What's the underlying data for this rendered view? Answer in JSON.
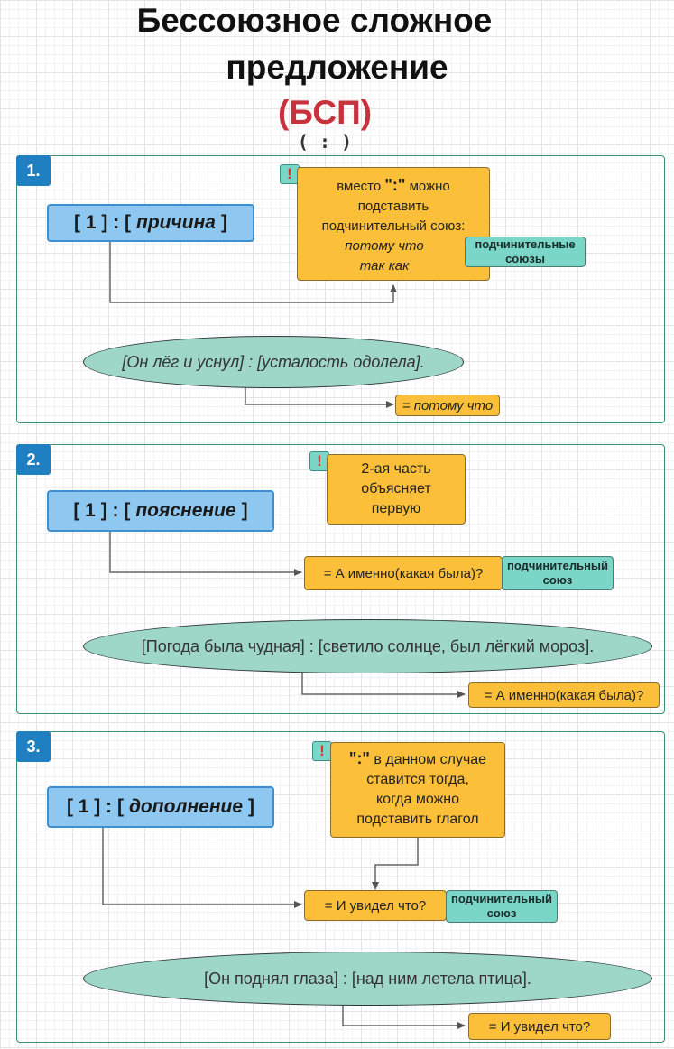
{
  "header": {
    "title_line1": "Бессоюзное сложное",
    "title_line2": "предложение",
    "abbreviation": "(БСП)",
    "sign": "( : )"
  },
  "sections": [
    {
      "number": "1.",
      "formula_left": "[ 1 ] : [",
      "formula_italic": "причина",
      "formula_right": "]",
      "exclamation": "!",
      "note_line1_pre": "вместо ",
      "note_colon": "\":\"",
      "note_line1_post": " можно",
      "note_line2": "подставить",
      "note_line3": "подчинительный союз:",
      "note_line4": "потому что",
      "note_line5": "так как",
      "tag": "подчинительные союзы",
      "example": "[Он лёг и уснул] : [усталость одолела].",
      "result": "= потому что"
    },
    {
      "number": "2.",
      "formula_left": "[ 1 ] : [",
      "formula_italic": "пояснение",
      "formula_right": "]",
      "exclamation": "!",
      "note_line1": "2-ая часть",
      "note_line2": "объясняет",
      "note_line3": "первую",
      "middle_result": "= А именно(какая была)?",
      "tag": "подчинительный союз",
      "example": "[Погода была чудная] : [светило солнце, был лёгкий мороз].",
      "result": "= А именно(какая была)?"
    },
    {
      "number": "3.",
      "formula_left": "[ 1 ] : [",
      "formula_italic": "дополнение",
      "formula_right": "]",
      "exclamation": "!",
      "note_colon": "\":\"",
      "note_line1_post": " в данном случае",
      "note_line2": "ставится тогда,",
      "note_line3": "когда можно",
      "note_line4": "подставить глагол",
      "middle_result": "= И увидел что?",
      "tag": "подчинительный союз",
      "example": "[Он поднял глаза] : [над ним летела птица].",
      "result": "= И увидел что?"
    }
  ],
  "colors": {
    "formula": "#8ec8f0",
    "note": "#fbbf3a",
    "teal": "#7ad6c6",
    "ellipse": "#9ed6c8",
    "section_number": "#1f7fc1",
    "accent_red": "#c8323c"
  }
}
